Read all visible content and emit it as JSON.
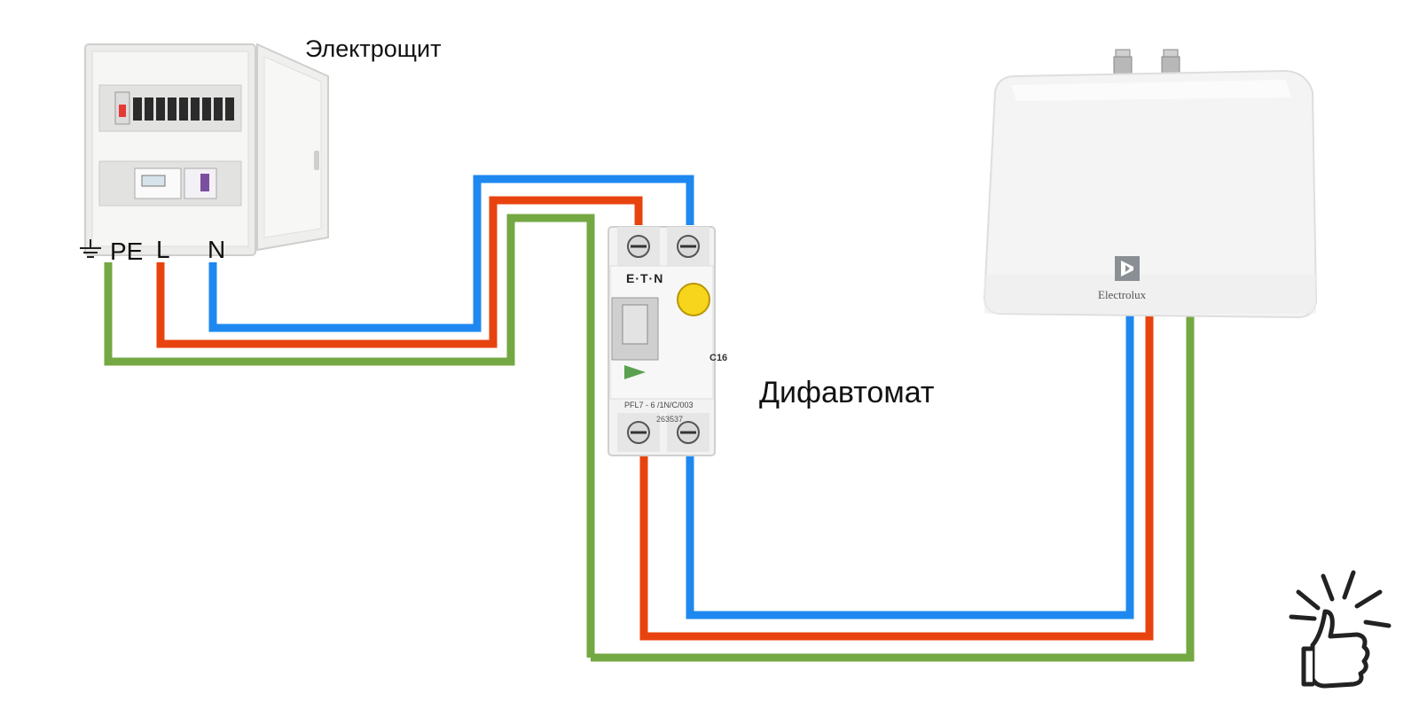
{
  "labels": {
    "panel": "Электрощит",
    "rcbo": "Дифавтомат"
  },
  "terminals": {
    "pe": "PE",
    "l": "L",
    "n": "N"
  },
  "devices": {
    "rcbo_brand": "E·T·N",
    "rcbo_rating": "C16",
    "rcbo_model": "PFL7 - 6 /1N/C/003",
    "rcbo_article": "263537",
    "heater_brand": "Electrolux"
  },
  "colors": {
    "neutral": "#1e88f0",
    "phase": "#e8430f",
    "earth": "#74a843",
    "panel_body": "#eeeeec",
    "rcbo_body": "#f2f2f2",
    "rcbo_test_button": "#f6d51c",
    "heater_body": "#f4f4f4"
  },
  "icons": [
    "ground-icon",
    "thumbs-up-icon",
    "electrolux-logo-icon"
  ]
}
